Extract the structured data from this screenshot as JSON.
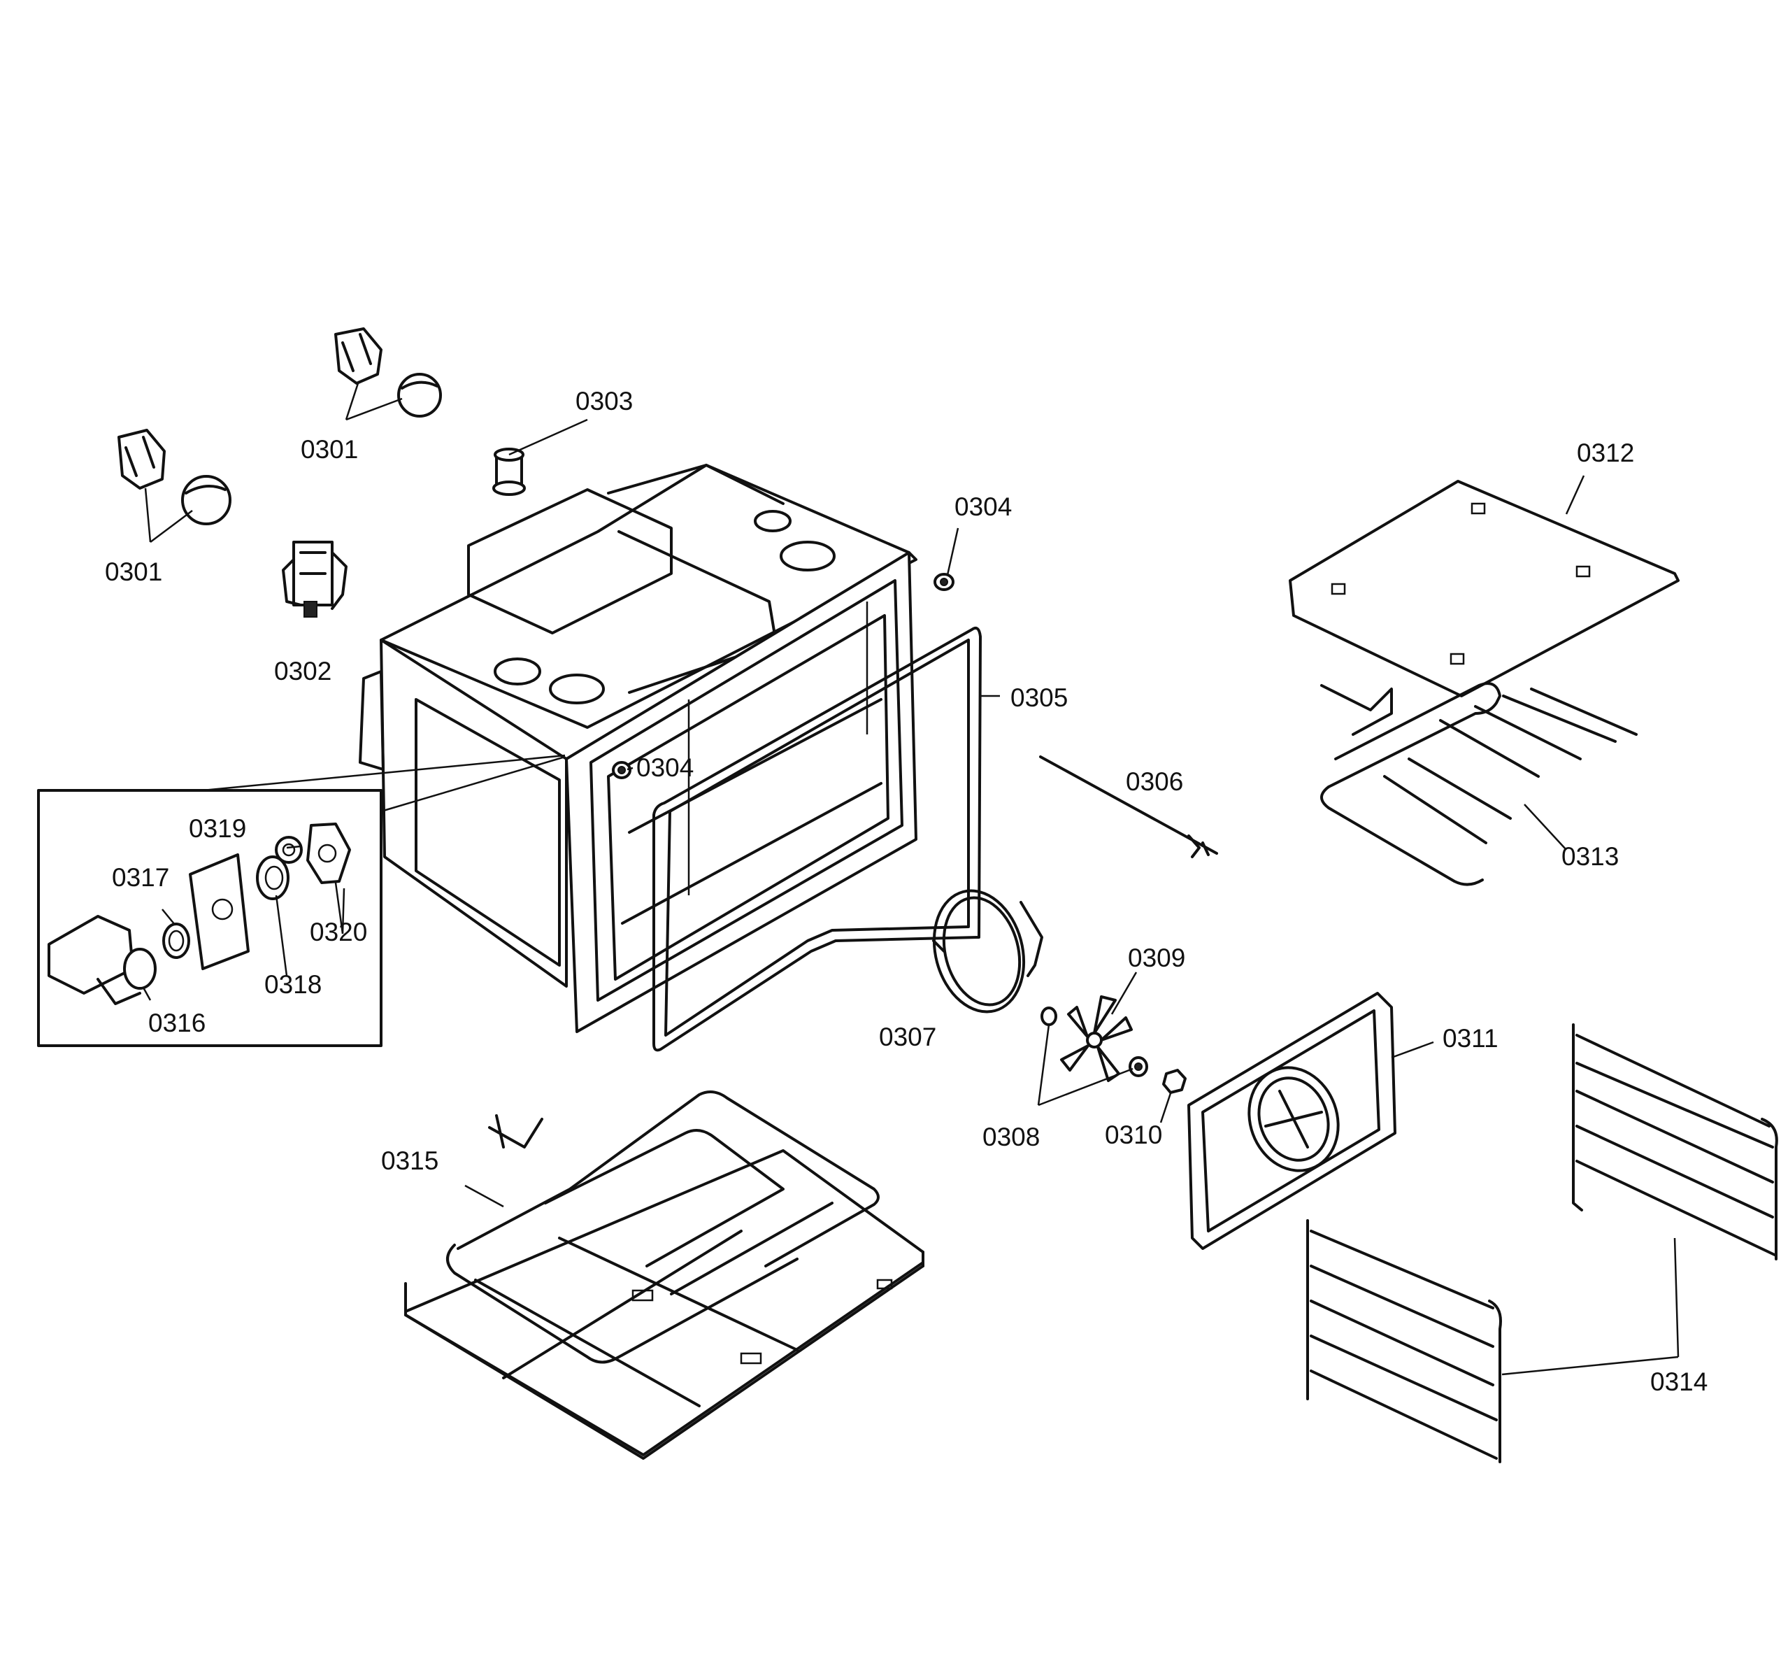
{
  "labels": {
    "p0301a": "0301",
    "p0301b": "0301",
    "p0302": "0302",
    "p0303": "0303",
    "p0304a": "0304",
    "p0304b": "0304",
    "p0305": "0305",
    "p0306": "0306",
    "p0307": "0307",
    "p0308": "0308",
    "p0309": "0309",
    "p0310": "0310",
    "p0311": "0311",
    "p0312": "0312",
    "p0313": "0313",
    "p0314": "0314",
    "p0315": "0315",
    "p0316": "0316",
    "p0317": "0317",
    "p0318": "0318",
    "p0319": "0319",
    "p0320": "0320"
  }
}
